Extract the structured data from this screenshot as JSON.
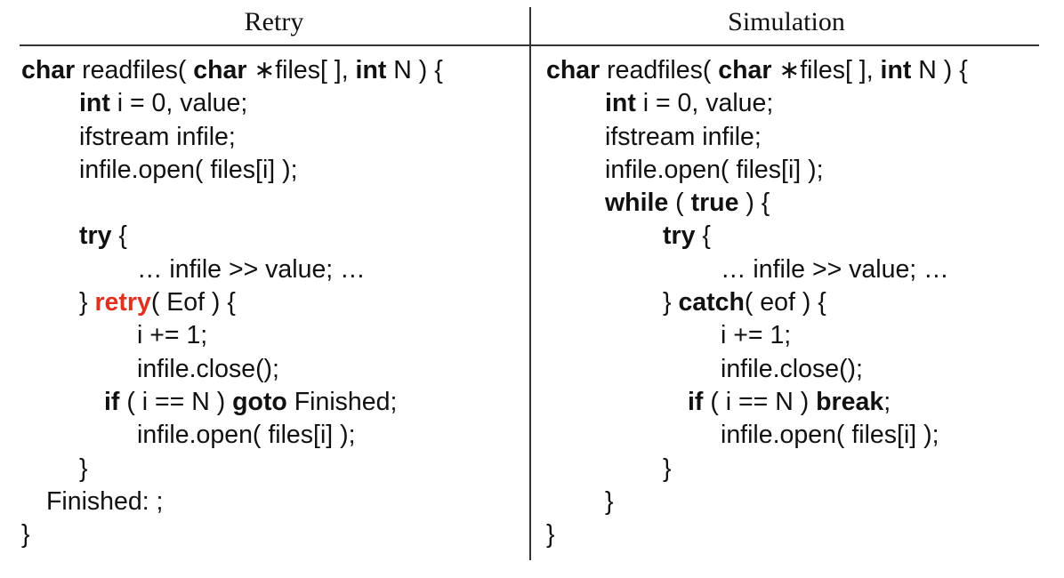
{
  "columns": [
    {
      "title": "Retry",
      "lines": [
        [
          [
            "char",
            "kw"
          ],
          [
            " readfiles( ",
            ""
          ],
          [
            "char",
            "kw"
          ],
          [
            " ∗files[ ], ",
            ""
          ],
          [
            "int",
            "kw"
          ],
          [
            " N ) {",
            ""
          ]
        ],
        [
          [
            "int",
            "kw"
          ],
          [
            " i = 0, value;",
            ""
          ]
        ],
        [
          [
            "ifstream infile;",
            ""
          ]
        ],
        [
          [
            "infile.open( files[i] );",
            ""
          ]
        ],
        [],
        [
          [
            "try",
            "kw"
          ],
          [
            " {",
            ""
          ]
        ],
        [
          [
            "… infile >> value; …",
            ""
          ]
        ],
        [
          [
            "} ",
            ""
          ],
          [
            "retry",
            "red"
          ],
          [
            "( Eof ) {",
            ""
          ]
        ],
        [
          [
            "i += 1;",
            ""
          ]
        ],
        [
          [
            "infile.close();",
            ""
          ]
        ],
        [
          [
            "if",
            "kw"
          ],
          [
            " ( i == N ) ",
            ""
          ],
          [
            "goto",
            "kw"
          ],
          [
            " Finished;",
            ""
          ]
        ],
        [
          [
            "infile.open( files[i] );",
            ""
          ]
        ],
        [
          [
            "}",
            ""
          ]
        ],
        [
          [
            "Finished: ;",
            ""
          ]
        ],
        [
          [
            "}",
            ""
          ]
        ]
      ]
    },
    {
      "title": "Simulation",
      "lines": [
        [
          [
            "char",
            "kw"
          ],
          [
            " readfiles( ",
            ""
          ],
          [
            "char",
            "kw"
          ],
          [
            " ∗files[ ], ",
            ""
          ],
          [
            "int",
            "kw"
          ],
          [
            " N ) {",
            ""
          ]
        ],
        [
          [
            "int",
            "kw"
          ],
          [
            " i = 0, value;",
            ""
          ]
        ],
        [
          [
            "ifstream infile;",
            ""
          ]
        ],
        [
          [
            "infile.open( files[i] );",
            ""
          ]
        ],
        [
          [
            "while",
            "kw"
          ],
          [
            " ( ",
            ""
          ],
          [
            "true",
            "kw"
          ],
          [
            " ) {",
            ""
          ]
        ],
        [
          [
            "try",
            "kw"
          ],
          [
            " {",
            ""
          ]
        ],
        [
          [
            "… infile >> value; …",
            ""
          ]
        ],
        [
          [
            "} ",
            ""
          ],
          [
            "catch",
            "kw"
          ],
          [
            "( eof ) {",
            ""
          ]
        ],
        [
          [
            "i += 1;",
            ""
          ]
        ],
        [
          [
            "infile.close();",
            ""
          ]
        ],
        [
          [
            "if",
            "kw"
          ],
          [
            " ( i == N ) ",
            ""
          ],
          [
            "break",
            "kw"
          ],
          [
            ";",
            ""
          ]
        ],
        [
          [
            "infile.open( files[i] );",
            ""
          ]
        ],
        [
          [
            "}",
            ""
          ]
        ],
        [
          [
            "}",
            ""
          ]
        ],
        [
          [
            "}",
            ""
          ]
        ]
      ]
    }
  ],
  "colors": {
    "highlight": "#e0301e"
  }
}
